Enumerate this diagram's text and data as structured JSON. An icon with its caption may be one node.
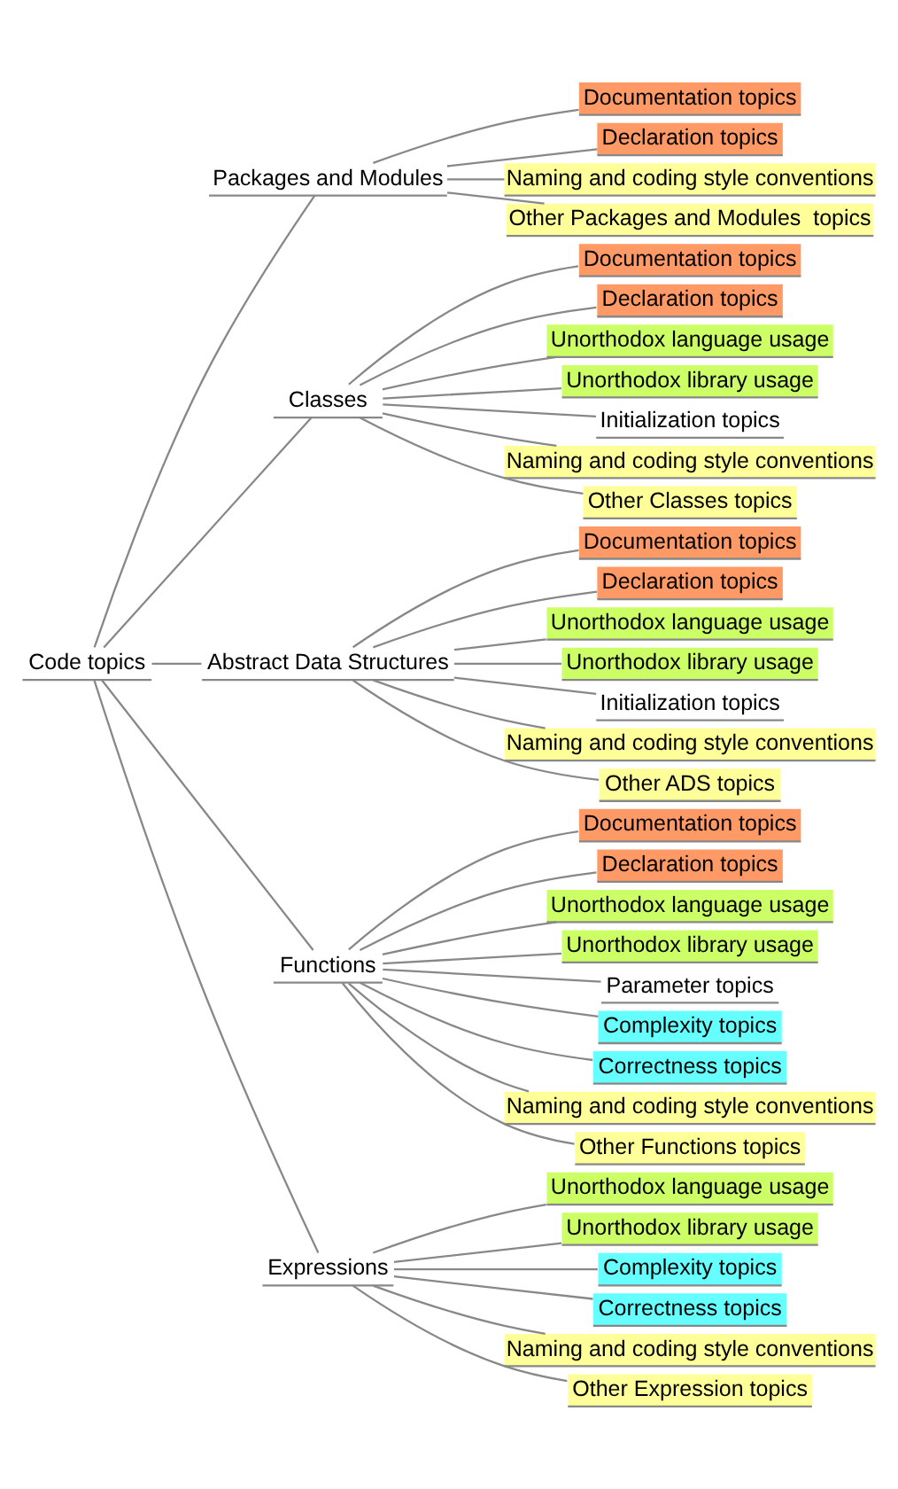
{
  "diagram": {
    "nodes": [
      {
        "text": [
          "Code topics"
        ]
      },
      {
        "text": [
          "Packages and Modules"
        ]
      },
      {
        "text": [
          "Documentation topics"
        ]
      },
      {
        "text": [
          "Declaration topics"
        ]
      },
      {
        "text": [
          "Naming and coding style conventions"
        ]
      },
      {
        "text": [
          "Other Packages and Modules  topics"
        ]
      },
      {
        "text": [
          "Classes"
        ]
      },
      {
        "text": [
          "Documentation topics"
        ]
      },
      {
        "text": [
          "Declaration topics"
        ]
      },
      {
        "text": [
          "Unorthodox language usage"
        ]
      },
      {
        "text": [
          "Unorthodox library usage"
        ]
      },
      {
        "text": [
          "Initialization topics"
        ]
      },
      {
        "text": [
          "Naming and coding style conventions"
        ]
      },
      {
        "text": [
          "Other Classes topics"
        ]
      },
      {
        "text": [
          "Abstract Data Structures"
        ]
      },
      {
        "text": [
          "Documentation topics"
        ]
      },
      {
        "text": [
          "Declaration topics"
        ]
      },
      {
        "text": [
          "Unorthodox language usage"
        ]
      },
      {
        "text": [
          "Unorthodox library usage"
        ]
      },
      {
        "text": [
          "Initialization topics"
        ]
      },
      {
        "text": [
          "Naming and coding style conventions"
        ]
      },
      {
        "text": [
          "Other ADS topics"
        ]
      },
      {
        "text": [
          "Functions"
        ]
      },
      {
        "text": [
          "Documentation topics"
        ]
      },
      {
        "text": [
          "Declaration topics"
        ]
      },
      {
        "text": [
          "Unorthodox language usage"
        ]
      },
      {
        "text": [
          "Unorthodox library usage"
        ]
      },
      {
        "text": [
          "Parameter topics"
        ]
      },
      {
        "text": [
          "Complexity topics"
        ]
      },
      {
        "text": [
          "Correctness topics"
        ]
      },
      {
        "text": [
          "Naming and coding style conventions"
        ]
      },
      {
        "text": [
          "Other Functions topics"
        ]
      },
      {
        "text": [
          "Expressions"
        ]
      },
      {
        "text": [
          "Unorthodox language usage"
        ]
      },
      {
        "text": [
          "Unorthodox library usage"
        ]
      },
      {
        "text": [
          "Complexity topics"
        ]
      },
      {
        "text": [
          "Correctness topics"
        ]
      },
      {
        "text": [
          "Naming and coding style conventions"
        ]
      },
      {
        "text": [
          "Other Expression topics"
        ]
      }
    ],
    "edges": [
      {
        "from": 0,
        "to": 1,
        "arrow": "none"
      },
      {
        "from": 1,
        "to": 2,
        "arrow": "none"
      },
      {
        "from": 1,
        "to": 3,
        "arrow": "none"
      },
      {
        "from": 1,
        "to": 4,
        "arrow": "none"
      },
      {
        "from": 1,
        "to": 5,
        "arrow": "none"
      },
      {
        "from": 0,
        "to": 6,
        "arrow": "none"
      },
      {
        "from": 6,
        "to": 7,
        "arrow": "none"
      },
      {
        "from": 6,
        "to": 8,
        "arrow": "none"
      },
      {
        "from": 6,
        "to": 9,
        "arrow": "none"
      },
      {
        "from": 6,
        "to": 10,
        "arrow": "none"
      },
      {
        "from": 6,
        "to": 11,
        "arrow": "none"
      },
      {
        "from": 6,
        "to": 12,
        "arrow": "none"
      },
      {
        "from": 6,
        "to": 13,
        "arrow": "none"
      },
      {
        "from": 0,
        "to": 14,
        "arrow": "none"
      },
      {
        "from": 14,
        "to": 15,
        "arrow": "none"
      },
      {
        "from": 14,
        "to": 16,
        "arrow": "none"
      },
      {
        "from": 14,
        "to": 17,
        "arrow": "none"
      },
      {
        "from": 14,
        "to": 18,
        "arrow": "none"
      },
      {
        "from": 14,
        "to": 19,
        "arrow": "none"
      },
      {
        "from": 14,
        "to": 20,
        "arrow": "none"
      },
      {
        "from": 14,
        "to": 21,
        "arrow": "none"
      },
      {
        "from": 0,
        "to": 22,
        "arrow": "none"
      },
      {
        "from": 22,
        "to": 23,
        "arrow": "none"
      },
      {
        "from": 22,
        "to": 24,
        "arrow": "none"
      },
      {
        "from": 22,
        "to": 25,
        "arrow": "none"
      },
      {
        "from": 22,
        "to": 26,
        "arrow": "none"
      },
      {
        "from": 22,
        "to": 27,
        "arrow": "none"
      },
      {
        "from": 22,
        "to": 28,
        "arrow": "none"
      },
      {
        "from": 22,
        "to": 29,
        "arrow": "none"
      },
      {
        "from": 22,
        "to": 30,
        "arrow": "none"
      },
      {
        "from": 22,
        "to": 31,
        "arrow": "none"
      },
      {
        "from": 0,
        "to": 32,
        "arrow": "none"
      },
      {
        "from": 32,
        "to": 33,
        "arrow": "none"
      },
      {
        "from": 32,
        "to": 34,
        "arrow": "none"
      },
      {
        "from": 32,
        "to": 35,
        "arrow": "none"
      },
      {
        "from": 32,
        "to": 36,
        "arrow": "none"
      },
      {
        "from": 32,
        "to": 37,
        "arrow": "none"
      },
      {
        "from": 32,
        "to": 38,
        "arrow": "none"
      }
    ]
  }
}
